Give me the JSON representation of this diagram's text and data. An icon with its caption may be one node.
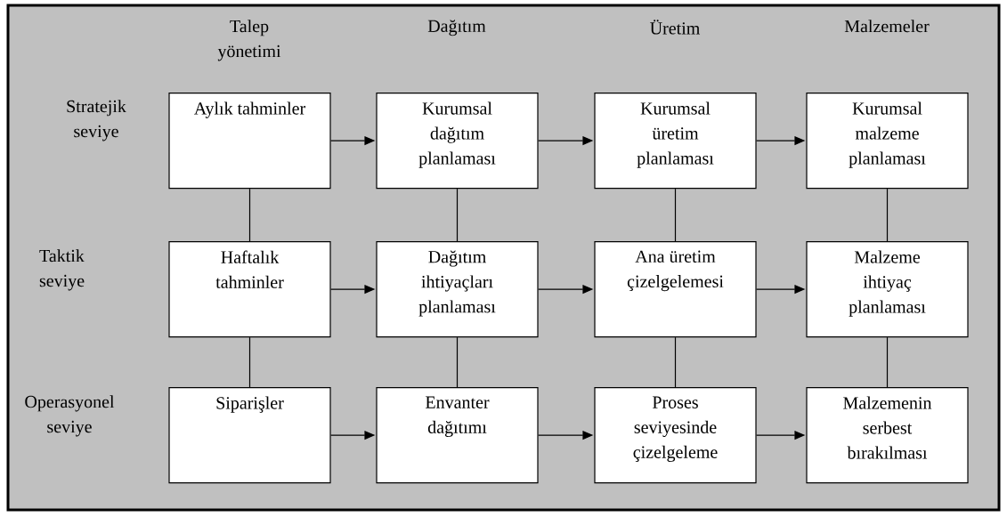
{
  "diagram": {
    "nodes": [
      {
        "text": [
          "Aylık tahminler"
        ]
      },
      {
        "text": [
          "Kurumsal dağıtım planlaması"
        ]
      },
      {
        "text": [
          "Kurumsal üretim planlaması"
        ]
      },
      {
        "text": [
          "Kurumsal malzeme planlaması"
        ]
      },
      {
        "text": [
          "Haftalık tahminler"
        ]
      },
      {
        "text": [
          "Dağıtım ihtiyaçları planlaması"
        ]
      },
      {
        "text": [
          "Ana üretim çizelgelemesi"
        ]
      },
      {
        "text": [
          "Malzeme ihtiyaç planlaması"
        ]
      },
      {
        "text": [
          "Siparişler"
        ]
      },
      {
        "text": [
          "Envanter dağıtımı"
        ]
      },
      {
        "text": [
          "Proses seviyesinde çizelgeleme"
        ]
      },
      {
        "text": [
          "Malzemenin serbest bırakılması"
        ]
      }
    ],
    "edges": [
      {
        "from": 0,
        "to": 1,
        "arrow": "to"
      },
      {
        "from": 1,
        "to": 2,
        "arrow": "to"
      },
      {
        "from": 2,
        "to": 3,
        "arrow": "to"
      },
      {
        "from": 4,
        "to": 5,
        "arrow": "to"
      },
      {
        "from": 5,
        "to": 6,
        "arrow": "to"
      },
      {
        "from": 6,
        "to": 7,
        "arrow": "to"
      },
      {
        "from": 8,
        "to": 9,
        "arrow": "to"
      },
      {
        "from": 9,
        "to": 10,
        "arrow": "to"
      },
      {
        "from": 10,
        "to": 11,
        "arrow": "to"
      },
      {
        "from": 0,
        "to": 4,
        "arrow": "none"
      },
      {
        "from": 1,
        "to": 5,
        "arrow": "none"
      },
      {
        "from": 2,
        "to": 6,
        "arrow": "none"
      },
      {
        "from": 3,
        "to": 7,
        "arrow": "none"
      },
      {
        "from": 4,
        "to": 8,
        "arrow": "none"
      },
      {
        "from": 5,
        "to": 9,
        "arrow": "none"
      },
      {
        "from": 6,
        "to": 10,
        "arrow": "none"
      },
      {
        "from": 7,
        "to": 11,
        "arrow": "none"
      }
    ],
    "labels": [
      "Talep yönetimi",
      "Dağıtım",
      "Üretim",
      "Malzemeler",
      "Stratejik seviye",
      "Taktik seviye",
      "Operasyonel seviye"
    ]
  }
}
